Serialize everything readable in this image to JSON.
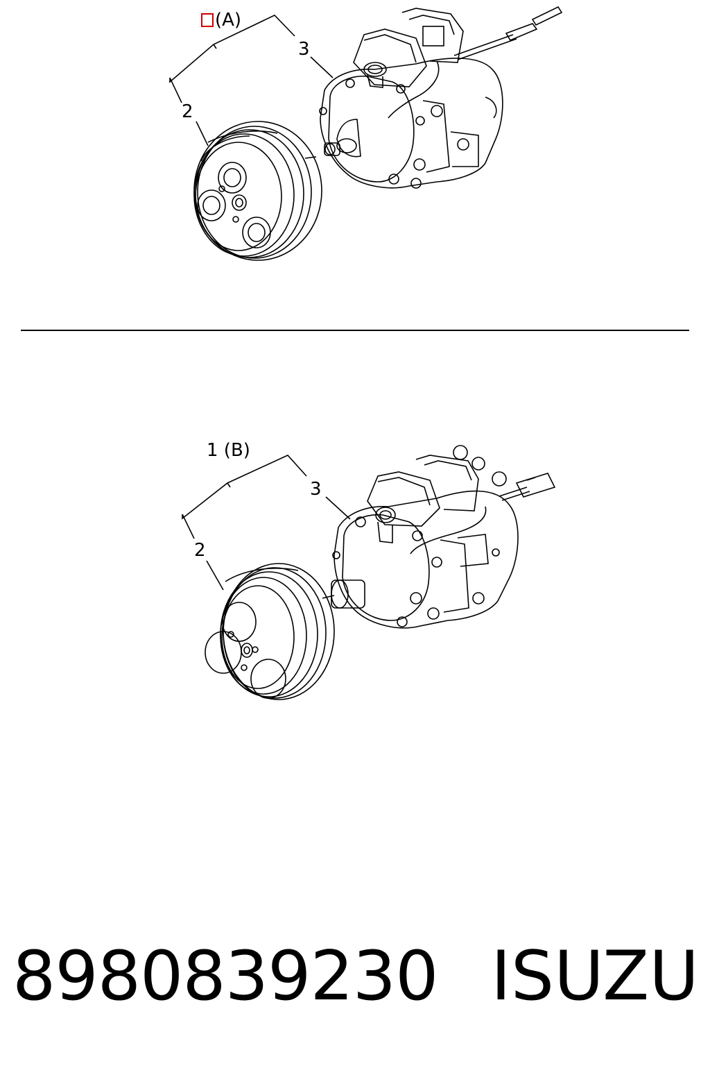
{
  "diagram_a": {
    "group_label": "(A)",
    "callout_2": "2",
    "callout_3": "3"
  },
  "diagram_b": {
    "group_label": "1 (B)",
    "callout_2": "2",
    "callout_3": "3"
  },
  "footer": {
    "part_number": "8980839230",
    "brand": "ISUZU"
  },
  "colors": {
    "line": "#000000",
    "marker": "#cc0000"
  }
}
